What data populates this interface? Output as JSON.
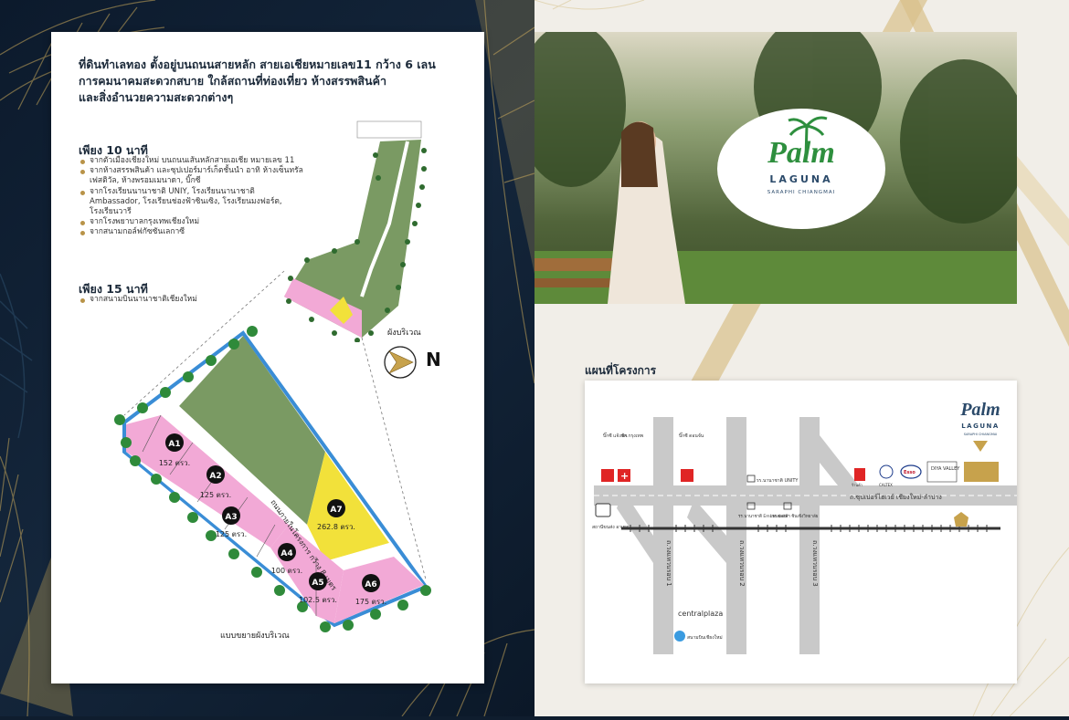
{
  "left": {
    "headline": [
      "ที่ดินทำเลทอง ตั้งอยู่บนถนนสายหลัก สายเอเชียหมายเลข11 กว้าง 6 เลน",
      "การคมนาคมสะดวกสบาย ใกล้สถานที่ท่องเที่ยว ห้างสรรพสินค้า",
      "และสิ่งอำนวยความสะดวกต่างๆ"
    ],
    "sec10_title": "เพียง 10 นาที",
    "sec10_items": [
      "จากตัวเมืองเชียงใหม่ บนถนนเส้นหลักสายเอเชีย หมายเลข 11",
      "จากห้างสรรพสินค้า และซุปเปอร์มาร์เก็ตชั้นนำ อาทิ ห้างเซ็นทรัลเฟสติวัล, ห้างพรอมเมนาดา, บิ๊กซี",
      "จากโรงเรียนนานาชาติ UNIY, โรงเรียนนานาชาติ Ambassador, โรงเรียนช่องฟ้าซินเซิง, โรงเรียนมงฟอร์ต, โรงเรียนวารี",
      "จากโรงพยาบาลกรุงเทพเชียงใหม่",
      "จากสนามกอล์ฟกัซซันเลกาซี"
    ],
    "sec15_title": "เพียง 15 นาที",
    "sec15_items": [
      "จากสนามบินนานาชาติเชียงใหม่"
    ],
    "site_plan_label": "ผังบริเวณ",
    "north_label": "N",
    "expanded_label": "แบบขยายผังบริเวณ",
    "road_label": "ถนนภายในโครงการ กว้าง 8 เมตร",
    "plots": [
      {
        "id": "A1",
        "size": "152 ตรว."
      },
      {
        "id": "A2",
        "size": "125 ตรว."
      },
      {
        "id": "A3",
        "size": "125 ตรว."
      },
      {
        "id": "A4",
        "size": "100 ตรว."
      },
      {
        "id": "A5",
        "size": "102.5 ตรว."
      },
      {
        "id": "A6",
        "size": "175 ตรว."
      },
      {
        "id": "A7",
        "size": "262.8 ตรว."
      }
    ]
  },
  "logo": {
    "name": "Palm",
    "line2": "LAGUNA",
    "line3": "SARAPHI CHIANGMAI"
  },
  "map": {
    "title": "แผนที่โครงการ",
    "main_road": "ถ.ซุปเปอร์ไฮเวย์ เชียงใหม่-ลำปาง",
    "ring1": "ถ.วงแหวนรอบ 1",
    "ring2": "ถ.วงแหวนรอบ 2",
    "ring3": "ถ.วงแหวนรอบ 3",
    "bigc1": "บิ๊กซี แจ้งฟ้า",
    "hospital": "รพ.กรุงเทพ",
    "bigc2": "บิ๊กซี ดอนจั่น",
    "unity": "รร.นานาชาติ UNITY",
    "ambassador": "รร.นานาชาติ Embassador",
    "chongfah": "รร.ช่องฟ้า ซินเซิงวิทยาลัย",
    "bus": "สถานีขนส่ง อาเขต",
    "central": "centralplaza",
    "airport": "สนามบินเชียงใหม่",
    "diya": "DIYA VALLEY",
    "esso": "Esso",
    "caltex": "CALTEX",
    "shop": "ร้านค้า",
    "logo_name": "Palm",
    "logo_sub": "LAGUNA",
    "logo_sub2": "SARAPHI CHIANGMAI"
  },
  "colors": {
    "navy": "#0f1d2e",
    "gold": "#b89348",
    "pink": "#f2a9d6",
    "yellow": "#f2e13a",
    "green": "#7a9a63",
    "blue": "#3a8dd6"
  }
}
